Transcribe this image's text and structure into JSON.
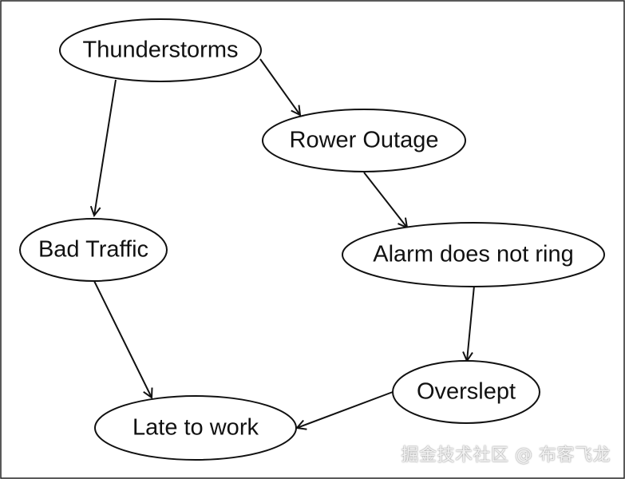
{
  "diagram": {
    "nodes": {
      "thunderstorms": "Thunderstorms",
      "power_outage": "Rower Outage",
      "bad_traffic": "Bad Traffic",
      "alarm": "Alarm does not ring",
      "overslept": "Overslept",
      "late": "Late to work"
    },
    "edges": [
      {
        "from": "thunderstorms",
        "to": "power_outage"
      },
      {
        "from": "thunderstorms",
        "to": "bad_traffic"
      },
      {
        "from": "power_outage",
        "to": "alarm"
      },
      {
        "from": "alarm",
        "to": "overslept"
      },
      {
        "from": "bad_traffic",
        "to": "late"
      },
      {
        "from": "overslept",
        "to": "late"
      }
    ]
  },
  "watermark": "掘金技术社区 @ 布客飞龙"
}
